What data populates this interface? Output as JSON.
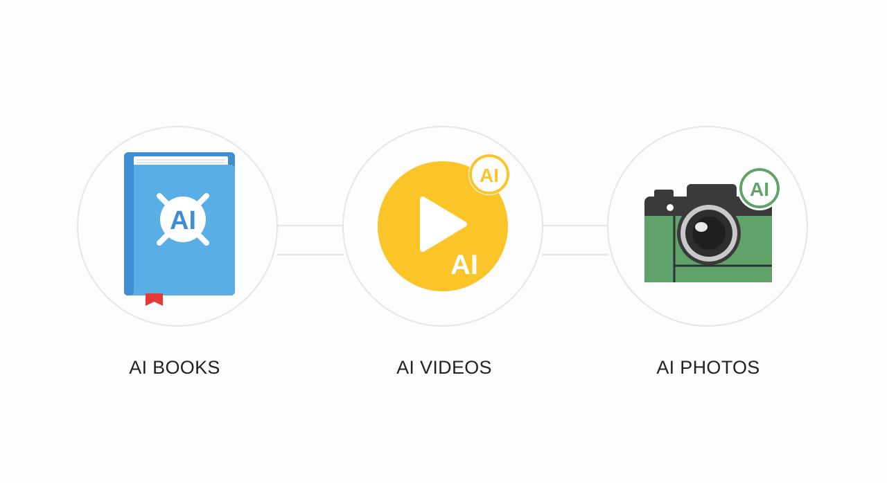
{
  "nodes": [
    {
      "id": "books",
      "label": "AI BOOKS",
      "badge": "AI",
      "icon": "book-icon",
      "color": "#5aaee6",
      "accent": "#e53935"
    },
    {
      "id": "videos",
      "label": "AI VIDEOS",
      "badge": "AI",
      "inner_text": "AI",
      "icon": "play-icon",
      "color": "#fbc52a"
    },
    {
      "id": "photos",
      "label": "AI PHOTOS",
      "badge": "AI",
      "icon": "camera-icon",
      "color": "#5fa36b",
      "body_color": "#3a3a3a"
    }
  ],
  "colors": {
    "circle_border": "#e6e6e6",
    "connector": "#e6e6e6",
    "label_text": "#222222"
  }
}
